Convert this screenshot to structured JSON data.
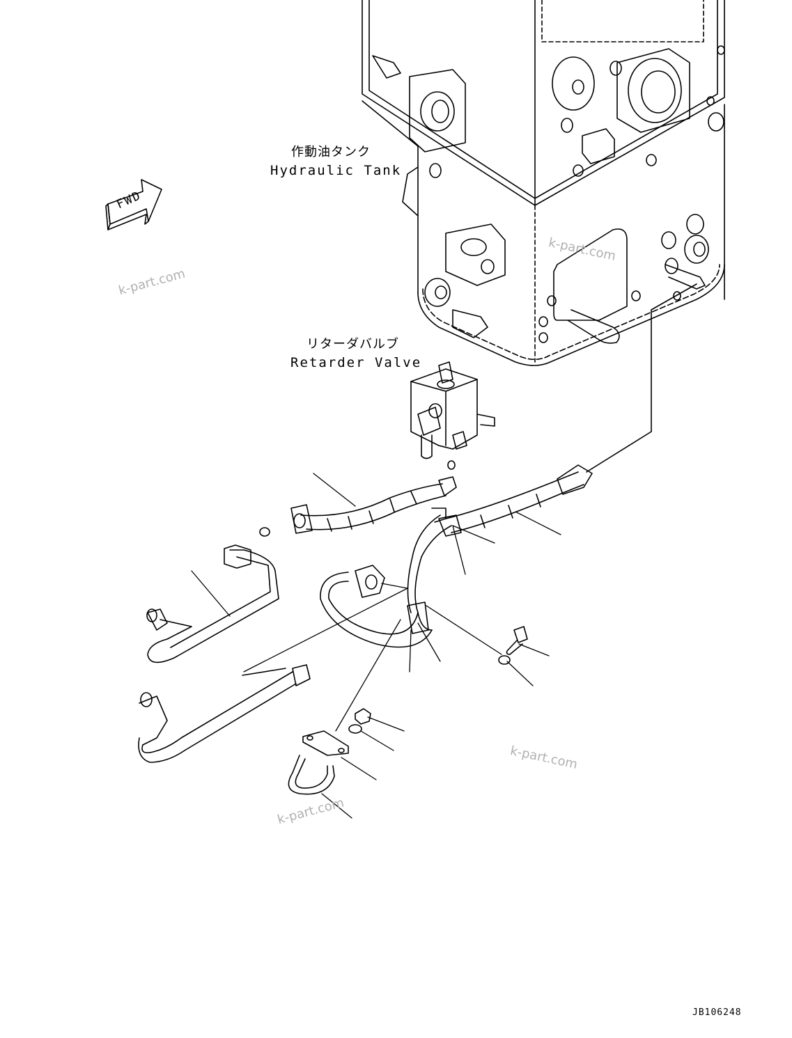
{
  "labels": {
    "hydraulic_tank_jp": "作動油タンク",
    "hydraulic_tank_en": "Hydraulic Tank",
    "retarder_valve_jp": "リターダバルブ",
    "retarder_valve_en": "Retarder Valve",
    "fwd": "FWD"
  },
  "watermark": "k-part.com",
  "drawing_code": "JB106248"
}
